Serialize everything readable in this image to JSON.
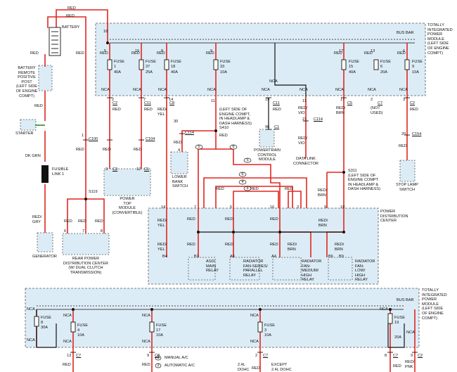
{
  "colors": {
    "wire_red": "#e0261f",
    "wire_black": "#111111",
    "wire_green": "#2f8a2f",
    "module_fill": "#dcecf6",
    "module_border": "#555555"
  },
  "battery": {
    "label": "BATTERY",
    "wire_color": "RED"
  },
  "battery_post": {
    "label": "BATTERY\nREMOTE\nPOSITIVE\nPOST\n(LEFT SIDE\nOF ENGINE\nCOMPT)"
  },
  "starter": {
    "label": "STARTER"
  },
  "fusible_link": {
    "label": "FUSIBLE\nLINK 1",
    "wire_top": "DK GRN",
    "wire_bottom": "RED/\nGRY"
  },
  "generator": {
    "label": "GENERATOR"
  },
  "tipm_top": {
    "title": "TOTALLY\nINTEGRATED\nPOWER\nMODULE\n(LEFT SIDE\nOF ENGINE\nCOMPT)",
    "bus_bar": "BUS BAR",
    "bus_pin": "18",
    "fuses": [
      {
        "pin": "5",
        "name": "FUSE\n1",
        "amps": "40A",
        "out": "NCA"
      },
      {
        "pin": "15",
        "name": "FUSE\n37",
        "amps": "25A",
        "out": "NCA"
      },
      {
        "pin": "8",
        "name": "FUSE\n18",
        "amps": "40A",
        "out": "NCA"
      },
      {
        "pin": "9",
        "name": "FUSE\n33",
        "amps": "10A",
        "out": "NCA"
      },
      {
        "pin": "17",
        "name": "FUSE\n15",
        "amps": "40A",
        "out": "NCA"
      },
      {
        "pin": "13",
        "name": "FUSE\n6",
        "amps": "20A",
        "out": "NCA"
      },
      {
        "pin": "6",
        "name": "FUSE\n9",
        "amps": "10A",
        "out": "NCA"
      }
    ],
    "extra_nca": [
      "NCA",
      "NCA",
      "NCA"
    ],
    "pins": [
      {
        "pin": "2",
        "conn": "C2",
        "wire": "RED"
      },
      {
        "pin": "7",
        "conn": "C11",
        "wire": "RED"
      },
      {
        "pin": "14",
        "conn": "C8",
        "wire": "RED/\nYEL"
      },
      {
        "pin": "11",
        "conn": "",
        "wire": ""
      },
      {
        "pin": "19",
        "conn": "C11",
        "wire": "RED"
      },
      {
        "pin": "11",
        "conn": "",
        "wire": "RED/\nVIO"
      },
      {
        "pin": "17",
        "conn": "C5",
        "wire": "RED/\nBRN"
      },
      {
        "pin": "2",
        "conn": "C7",
        "wire": "(NOT\nUSED)"
      },
      {
        "pin": "3",
        "conn": "C2",
        "wire": "RED"
      }
    ]
  },
  "splices": {
    "s410": "(LEFT SIDE OF\nENGINE COMPT,\nIN HEADLAMP &\nDASH HARNESS)\nS410",
    "s311": "S311\n(LEFT SIDE OF\nENGINE COMPT\nIN HEADLAMP &\nDASH HARNESS)",
    "s119": "S119"
  },
  "connectors": {
    "c100": "C100",
    "c104": "C104",
    "c114a": "C114",
    "c114b": "C114",
    "c1": "C1",
    "c154": "C154",
    "ptm_c3": "C3",
    "ptm_c1": "C1",
    "ptm_pin3": "3",
    "ptm_pin12": "12",
    "pin1": "1",
    "pin30": "30",
    "pin96": "96",
    "pin21": "21",
    "pin20": "20",
    "pin6": "6",
    "pin5": "5",
    "pin4": "4",
    "pin8": "8"
  },
  "components": {
    "ptm": "POWER\nTOP\nMODULE\n(CONVERTIBLE)",
    "lower_bank": "LOWER\nBANK\nSWITCH",
    "pcm": "POWERTRAIN\nCONTROL\nMODULE",
    "dlc": "DATA LINK\nCONNECTOR",
    "stop_lamp": "STOP LAMP\nSWITCH",
    "rear_pdc": "REAR POWER\nDISTRIBUTION CENTER\n(W/ DUAL CLUTCH\nTRANSMISSION)",
    "rear_pdc_pins": [
      "6",
      "7",
      "8"
    ],
    "pdc_title": "POWER\nDISTRIBUTION\nCENTER"
  },
  "pdc": {
    "pins_top": [
      "14",
      "7",
      "5",
      "16",
      "3",
      "9",
      "19"
    ],
    "wire_labels_left": [
      "RED/\nYEL",
      "RED/\nYEL"
    ],
    "relays": [
      {
        "pin": "B4",
        "label": "ASD/\nMAIN\nRELAY"
      },
      {
        "pin": "A6",
        "label": "RADIATOR\nFAN-SERIES/\nPARALLEL\nRELAY"
      },
      {
        "pin": "A4",
        "label": "RADIATOR\nFAN-\nMEDIUM/\nHIGH\nRELAY"
      },
      {
        "pin": "B6",
        "label": "RADIATOR\nFAN-\nLOW/\nHIGH\nRELAY"
      }
    ],
    "relay_pins_extra": [
      "B1",
      "B9"
    ],
    "circles": [
      "5",
      "6",
      "6",
      "4",
      "5",
      "8"
    ]
  },
  "tipm_bottom": {
    "title": "TOTALLY\nINTEGRATED\nPOWER\nMODULE\n(LEFT SIDE\nOF ENGINE\nCOMPT)",
    "bus_bar": "BUS BAR",
    "fuses": [
      {
        "name": "FUSE\n8",
        "amps": "30A"
      },
      {
        "name": "FUSE\n4",
        "amps": "10A"
      },
      {
        "name": "FUSE\n17",
        "amps": "10A"
      },
      {
        "name": "FUSE\n3",
        "amps": "10A"
      },
      {
        "name": "FUSE\n19",
        "amps": "20A"
      }
    ],
    "nca_labels": [
      "NCA",
      "NCA",
      "NCA",
      "NCA",
      "NCA",
      "NCA",
      "NCA",
      "NCA",
      "NCA",
      "NCA"
    ],
    "bottom_pins": [
      {
        "pin": "13",
        "conn": "C7"
      },
      {
        "pin": "9",
        "conn": "C8"
      },
      {
        "pin": "2",
        "conn": "C7"
      },
      {
        "pin": "8",
        "conn": "C7"
      },
      {
        "pin": "9",
        "conn": "C2"
      }
    ],
    "notes": [
      "MANUAL A/C",
      "AUTOMATIC A/C"
    ],
    "note_circles": [
      "1",
      "2"
    ],
    "engine_notes": [
      "2.4L\nDOHC",
      "EXCEPT\n2.4L DOHC"
    ],
    "last_wires": [
      "RED/\nPNK",
      "RED"
    ]
  }
}
